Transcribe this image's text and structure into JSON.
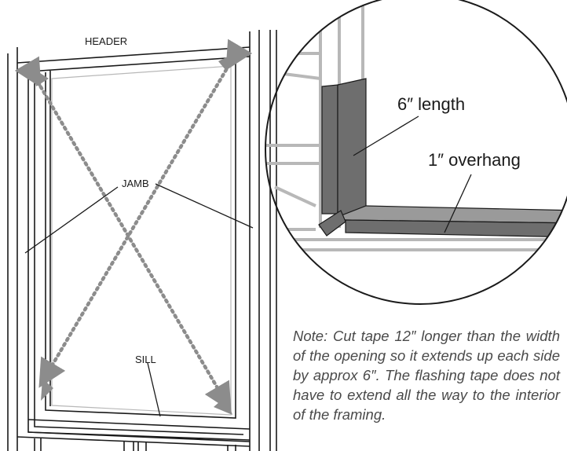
{
  "labels": {
    "header": "HEADER",
    "jamb": "JAMB",
    "sill": "SILL",
    "length": "6″ length",
    "overhang": "1″ overhang"
  },
  "note": "Note: Cut tape 12″ longer than the width of the opening so it extends up each side by approx 6″.  The flashing tape does not have to extend all the way to the interior of the framing.",
  "colors": {
    "line": "#1a1a1a",
    "frame_inner": "#b8b8b8",
    "dotted": "#8c8c8c",
    "tape_dark": "#6e6e6e",
    "tape_light": "#9a9a9a"
  }
}
